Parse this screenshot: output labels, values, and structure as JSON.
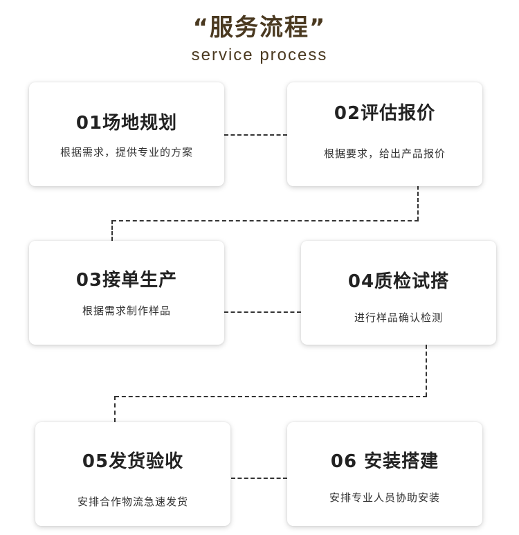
{
  "header": {
    "title": "“服务流程”",
    "subtitle": "service process"
  },
  "steps": [
    {
      "title": "01场地规划",
      "desc": "根据需求，提供专业的方案"
    },
    {
      "title": "02评估报价",
      "desc": "根据要求，给出产品报价"
    },
    {
      "title": "03接单生产",
      "desc": "根据需求制作样品"
    },
    {
      "title": "04质检试搭",
      "desc": "进行样品确认检测"
    },
    {
      "title": "05发货验收",
      "desc": "安排合作物流急速发货"
    },
    {
      "title": "06 安装搭建",
      "desc": "安排专业人员协助安装"
    }
  ]
}
